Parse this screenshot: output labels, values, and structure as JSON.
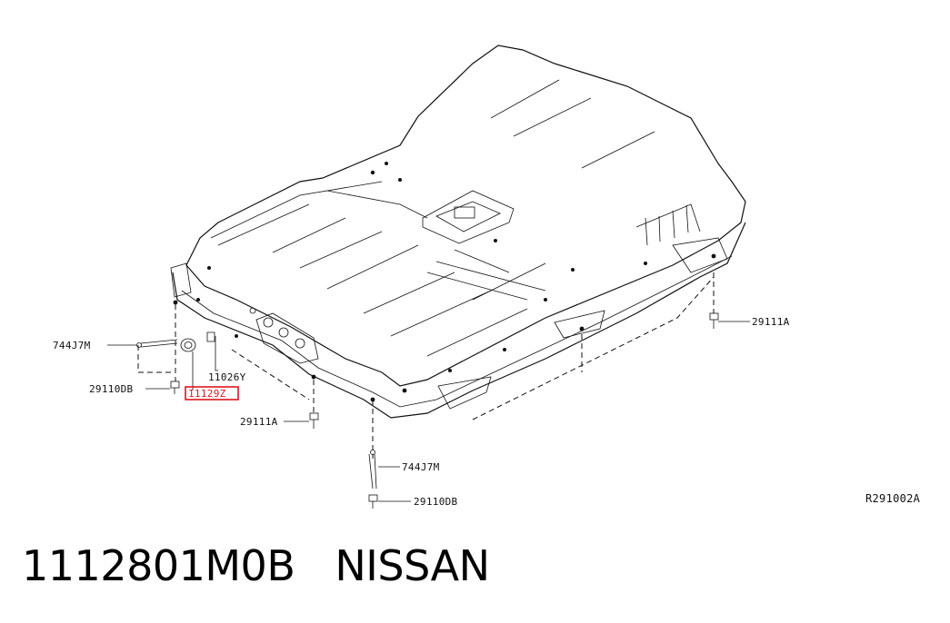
{
  "callouts": {
    "harness_left": "744J7M",
    "bolt_left": "29110DB",
    "grommet": "11026Y",
    "highlighted": "11129Z",
    "bolt_front": "29111A",
    "bolt_right": "29111A",
    "harness_bottom": "744J7M",
    "bolt_bottom": "29110DB"
  },
  "diagram_code": "R291002A",
  "part_number": "1112801M0B",
  "brand": "NISSAN",
  "colors": {
    "highlight": "#e0141e",
    "ink": "#111111"
  }
}
